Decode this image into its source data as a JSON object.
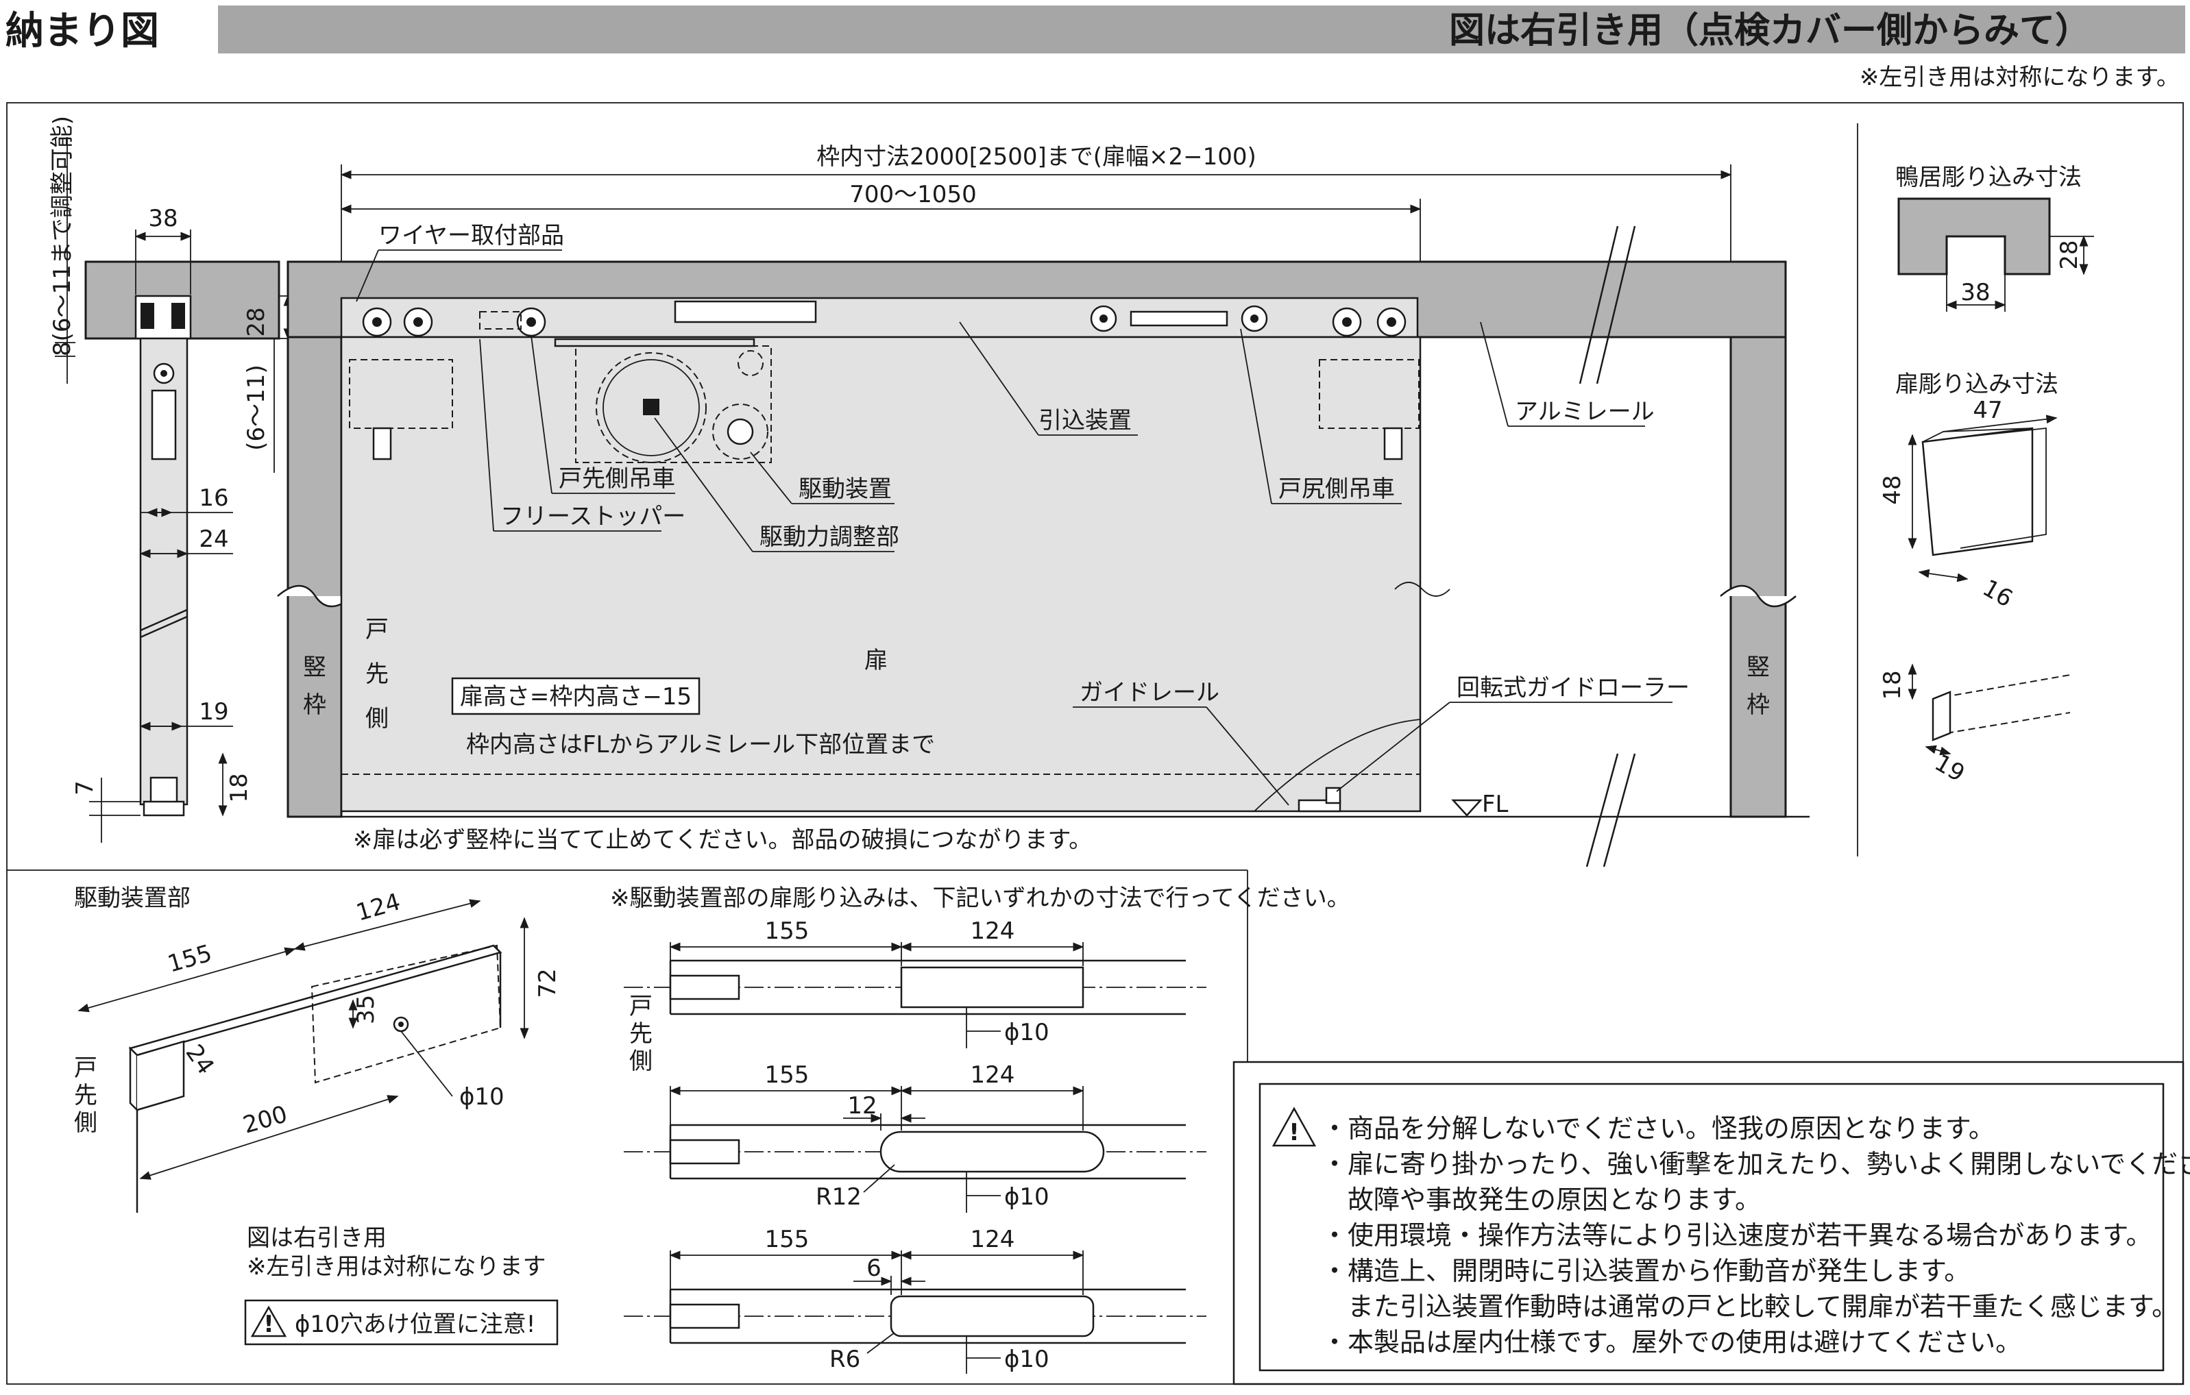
{
  "header": {
    "title": "納まり図",
    "banner": "図は右引き用（点検カバー側からみて）",
    "symmetric_note": "※左引き用は対称になります。"
  },
  "side_section": {
    "vertical_label": "8(6〜11まで調整可能)",
    "dim_38": "38",
    "dim_28": "28",
    "dim_6_11": "(6〜11)",
    "dim_16": "16",
    "dim_24": "24",
    "dim_19": "19",
    "dim_7": "7",
    "dim_18": "18"
  },
  "elevation": {
    "dim_frame": "枠内寸法2000[2500]まで(扉幅×2−100)",
    "dim_700": "700〜1050",
    "labels": {
      "wire": "ワイヤー取付部品",
      "hikikomi": "引込装置",
      "alumi": "アルミレール",
      "tosaki_roller": "戸先側吊車",
      "drive": "駆動装置",
      "tojiri_roller": "戸尻側吊車",
      "free_stopper": "フリーストッパー",
      "drive_adjust": "駆動力調整部",
      "guide_rail": "ガイドレール",
      "guide_roller": "回転式ガイドローラー",
      "fl": "FL"
    },
    "left_jamb": [
      "竪",
      "枠"
    ],
    "right_jamb": [
      "竪",
      "枠"
    ],
    "tosaki_side": [
      "戸",
      "先",
      "側"
    ],
    "door_char": "扉",
    "door_height_box": "扉高さ=枠内高さ−15",
    "door_height_note": "枠内高さはFLからアルミレール下部位置まで",
    "warning": "※扉は必ず竪枠に当てて止めてください。部品の破損につながります。"
  },
  "right_panel": {
    "kamoi_title": "鴨居彫り込み寸法",
    "kamoi_28": "28",
    "kamoi_38": "38",
    "tobira_title": "扉彫り込み寸法",
    "tobira_47": "47",
    "tobira_48": "48",
    "tobira_16": "16",
    "tobira_18": "18",
    "tobira_19": "19"
  },
  "drive_part": {
    "title": "駆動装置部",
    "dim_124": "124",
    "dim_155": "155",
    "dim_72": "72",
    "dim_35": "35",
    "dim_24": "24",
    "dim_200": "200",
    "phi": "ϕ10",
    "tosaki_side": [
      "戸",
      "先",
      "側"
    ],
    "note1": "図は右引き用",
    "note2": "※左引き用は対称になります",
    "caution": "ϕ10穴あけ位置に注意!"
  },
  "cut_options": {
    "title": "※駆動装置部の扉彫り込みは、下記いずれかの寸法で行ってください。",
    "tosaki_side": [
      "戸",
      "先",
      "側"
    ],
    "opt1": {
      "d155": "155",
      "d124": "124",
      "phi": "ϕ10"
    },
    "opt2": {
      "d155": "155",
      "d124": "124",
      "d12": "12",
      "r": "R12",
      "phi": "ϕ10"
    },
    "opt3": {
      "d155": "155",
      "d124": "124",
      "d6": "6",
      "r": "R6",
      "phi": "ϕ10"
    }
  },
  "notes": [
    "・商品を分解しないでください。怪我の原因となります。",
    "・扉に寄り掛かったり、強い衝撃を加えたり、勢いよく開閉しないでください。",
    "　故障や事故発生の原因となります。",
    "・使用環境・操作方法等により引込速度が若干異なる場合があります。",
    "・構造上、開閉時に引込装置から作動音が発生します。",
    "　また引込装置作動時は通常の戸と比較して開扉が若干重たく感じます。",
    "・本製品は屋内仕様です。屋外での使用は避けてください。"
  ]
}
